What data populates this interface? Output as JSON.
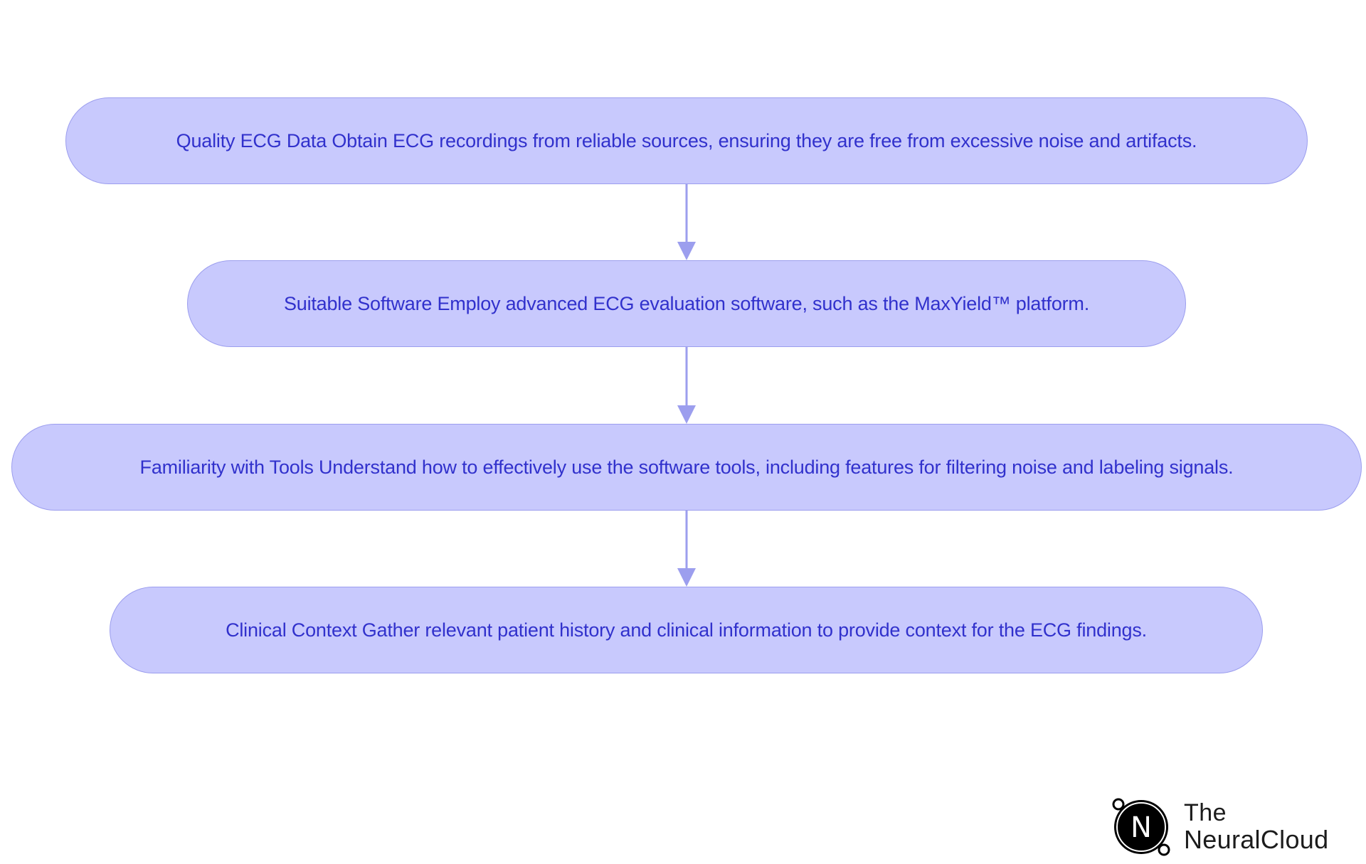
{
  "diagram": {
    "nodes": [
      {
        "id": "n1",
        "text": "Quality ECG Data Obtain ECG recordings from reliable sources, ensuring they are free from excessive noise and artifacts."
      },
      {
        "id": "n2",
        "text": "Suitable Software Employ advanced ECG evaluation software, such as the MaxYield™ platform."
      },
      {
        "id": "n3",
        "text": "Familiarity with Tools Understand how to effectively use the software tools, including features for filtering noise and labeling signals."
      },
      {
        "id": "n4",
        "text": "Clinical Context Gather relevant patient history and clinical information to provide context for the ECG findings."
      }
    ],
    "edges": [
      {
        "from": "n1",
        "to": "n2"
      },
      {
        "from": "n2",
        "to": "n3"
      },
      {
        "from": "n3",
        "to": "n4"
      }
    ]
  },
  "logo": {
    "icon": "neuralcloud-n-logo-icon",
    "letter": "N",
    "line1": "The",
    "line2": "NeuralCloud"
  },
  "colors": {
    "node_fill": "#c8c9fd",
    "node_border": "#9c9eee",
    "node_text": "#3131cc",
    "edge": "#9c9eee"
  }
}
